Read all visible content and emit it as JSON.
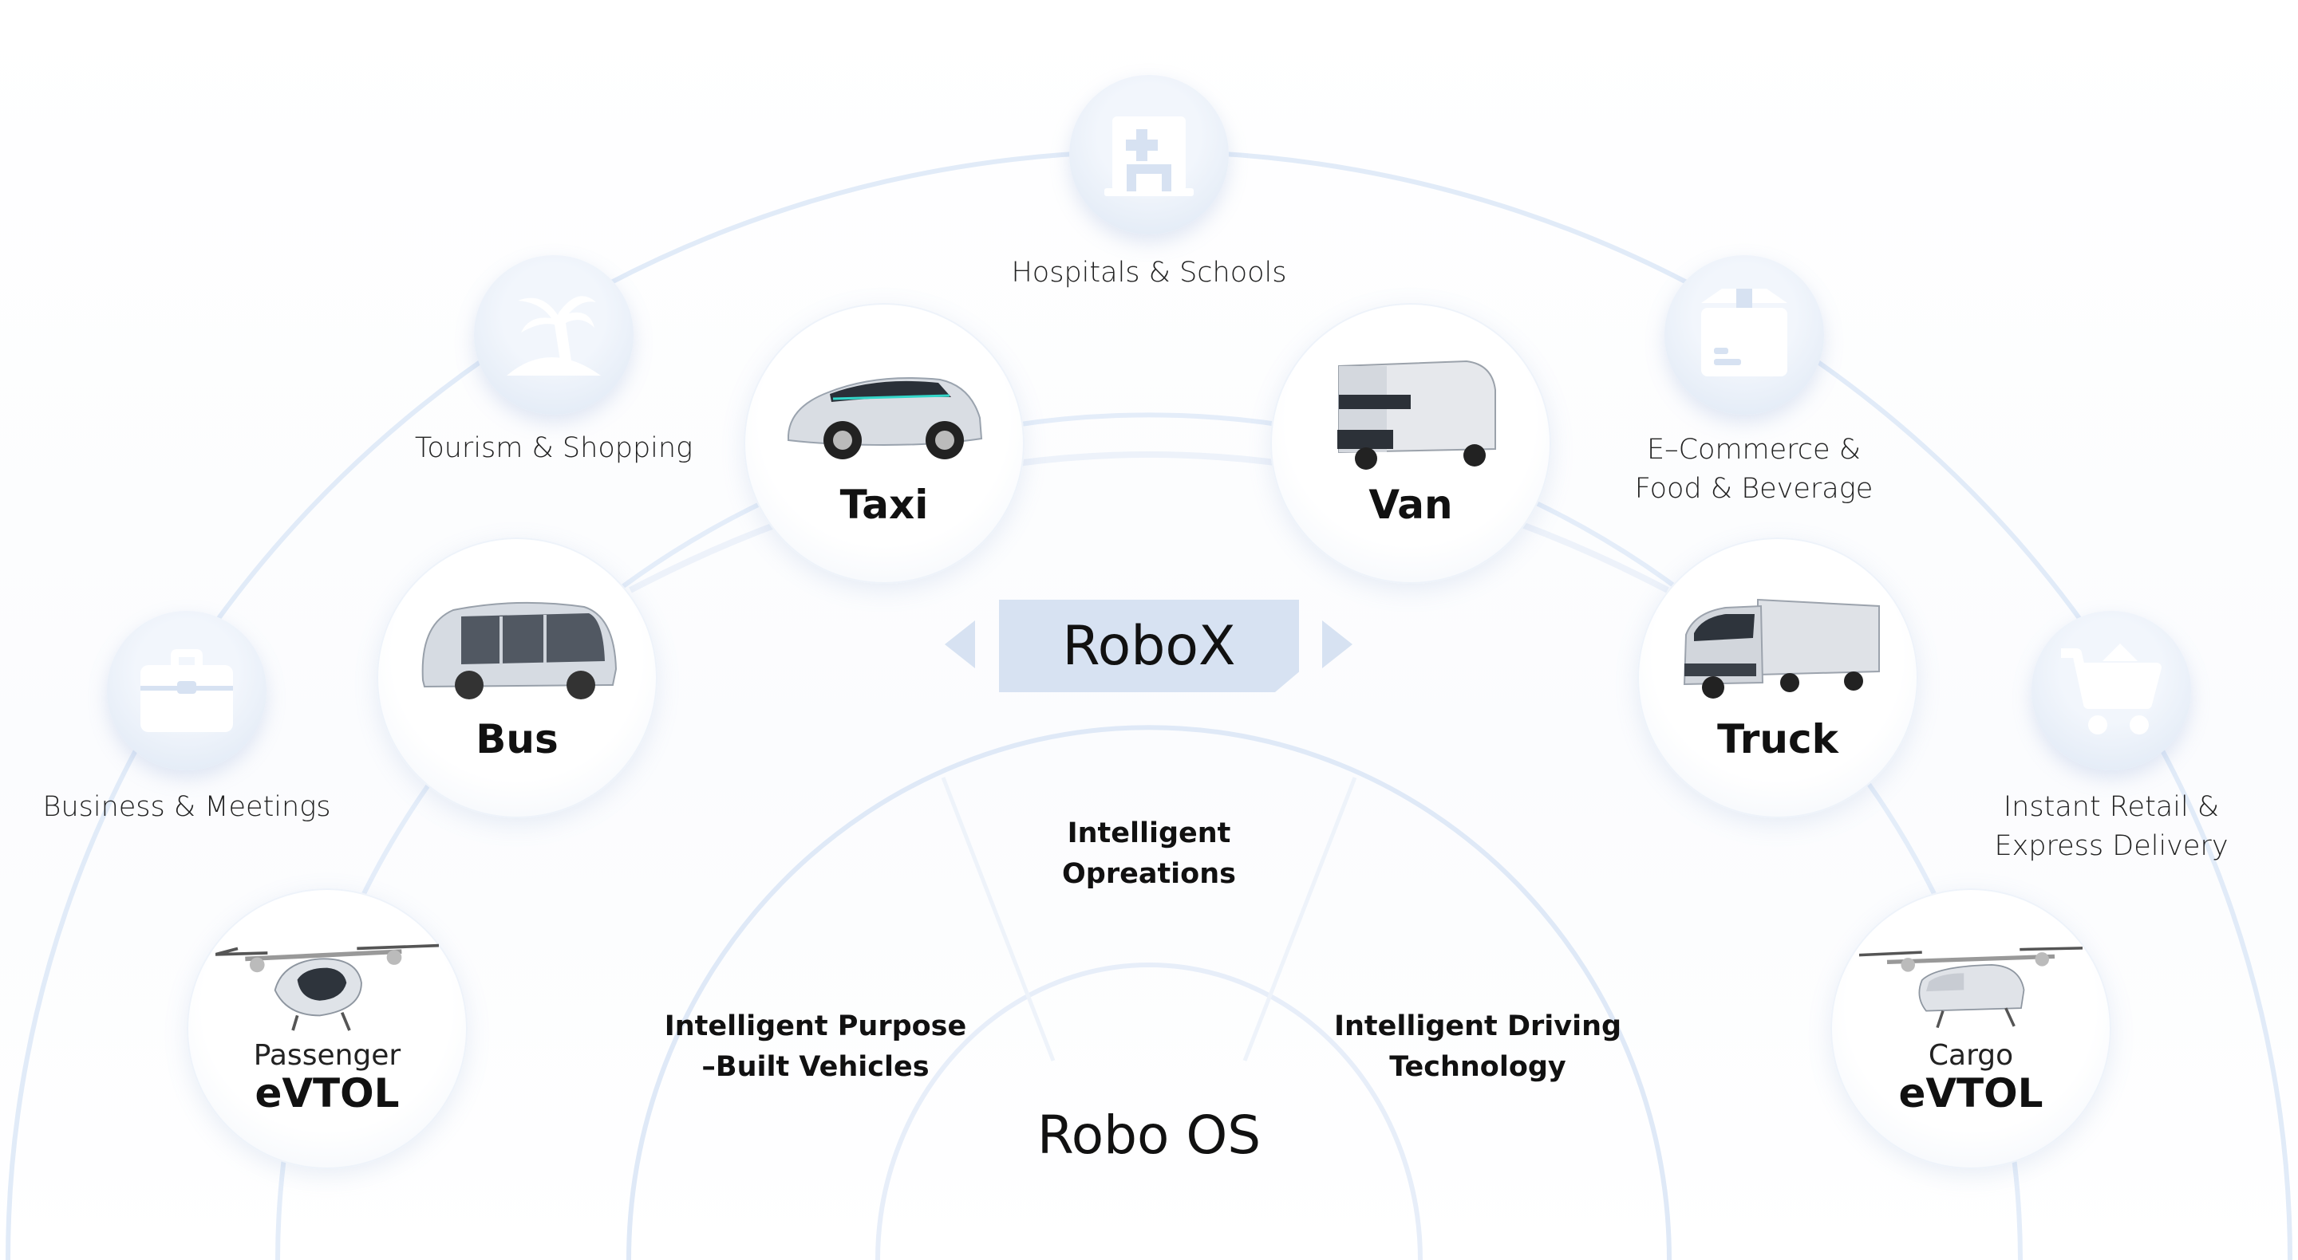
{
  "center": {
    "title": "RoboX"
  },
  "os": {
    "title": "Robo OS",
    "segments": [
      {
        "line1": "Intelligent",
        "line2": "Opreations"
      },
      {
        "line1": "Intelligent Purpose",
        "line2": "–Built Vehicles"
      },
      {
        "line1": "Intelligent Driving",
        "line2": "Technology"
      }
    ]
  },
  "vehicles": [
    {
      "name": "Taxi",
      "icon": "taxi-icon"
    },
    {
      "name": "Van",
      "icon": "van-icon"
    },
    {
      "name": "Bus",
      "icon": "bus-icon"
    },
    {
      "name": "Truck",
      "icon": "truck-icon"
    },
    {
      "name": "eVTOL",
      "sub": "Passenger",
      "icon": "passenger-evtol-icon"
    },
    {
      "name": "eVTOL",
      "sub": "Cargo",
      "icon": "cargo-evtol-icon"
    }
  ],
  "scenarios": [
    {
      "line1": "Hospitals & Schools",
      "icon": "hospital-icon"
    },
    {
      "line1": "Tourism & Shopping",
      "icon": "palm-tree-icon"
    },
    {
      "line1": "E–Commerce &",
      "line2": "Food & Beverage",
      "icon": "package-icon"
    },
    {
      "line1": "Business & Meetings",
      "icon": "briefcase-icon"
    },
    {
      "line1": "Instant Retail &",
      "line2": "Express Delivery",
      "icon": "shopping-cart-icon"
    }
  ],
  "colors": {
    "accent": "#d7e2f2",
    "arc": "#e3ecf8",
    "icon": "#ffffff"
  }
}
